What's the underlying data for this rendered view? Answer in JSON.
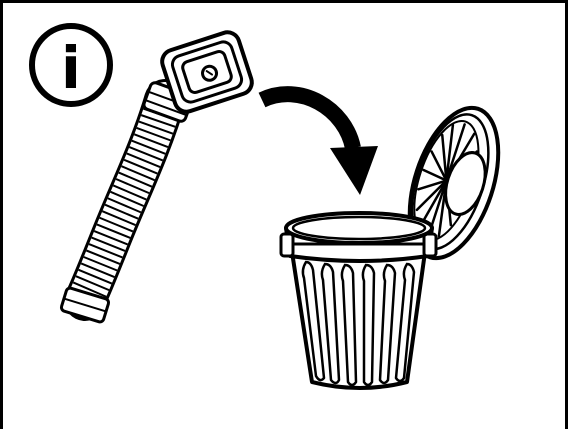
{
  "info_badge": {
    "glyph": "i",
    "icon": "info-icon"
  },
  "icons": {
    "hose": "corrugated-hose-with-flat-nozzle",
    "arrow": "curved-arrow-right-down",
    "bin": "trash-can-with-open-lid"
  },
  "colors": {
    "stroke": "#000000",
    "background": "#ffffff"
  }
}
